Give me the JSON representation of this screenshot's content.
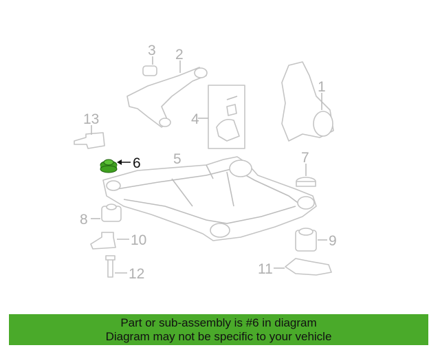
{
  "diagram": {
    "labels": {
      "p1": "1",
      "p2": "2",
      "p3": "3",
      "p4": "4",
      "p5": "5",
      "p6": "6",
      "p7": "7",
      "p8": "8",
      "p9": "9",
      "p10": "10",
      "p11": "11",
      "p12": "12",
      "p13": "13"
    },
    "highlight_part": "6",
    "highlight_color": "#3fa01f"
  },
  "banner": {
    "line1": "Part or sub-assembly is #6 in diagram",
    "line2": "Diagram may not be specific to your vehicle",
    "color": "#4aaa2a"
  }
}
